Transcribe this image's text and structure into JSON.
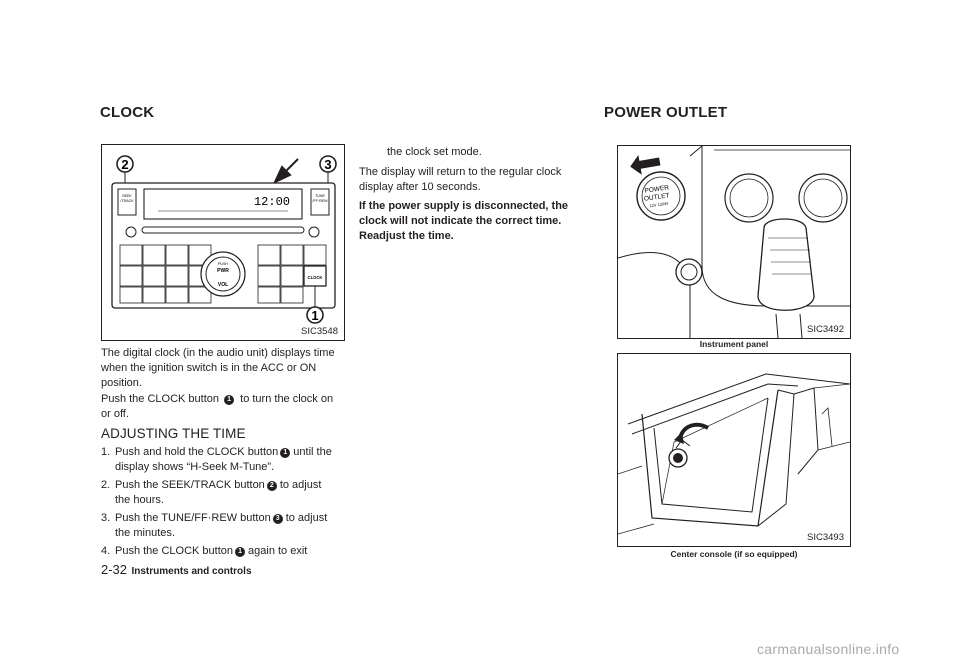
{
  "left_heading": "CLOCK",
  "right_heading": "POWER OUTLET",
  "fig1": {
    "code": "SIC3548",
    "callout1": "1",
    "callout2": "2",
    "callout3": "3",
    "display": "12:00",
    "seek_line1": "SEEK",
    "seek_line2": "/TRACK",
    "tune_line1": "TUNE",
    "tune_line2": "/FF·REW",
    "knob_push": "PUSH",
    "knob_pwr": "PWR",
    "knob_vol": "VOL",
    "clock_label": "CLOCK"
  },
  "fig2": {
    "code": "SIC3492",
    "caption": "Instrument panel",
    "outlet_line1": "POWER",
    "outlet_line2": "OUTLET",
    "outlet_line3": "12V 120W"
  },
  "fig3": {
    "code": "SIC3493",
    "caption": "Center console (if so equipped)"
  },
  "intro": "The digital clock (in the audio unit) displays time when the ignition switch is in the ACC or ON position.",
  "push_before": "Push the CLOCK button",
  "push_num": "1",
  "push_after": "to turn the clock on or off.",
  "adjust_heading": "ADJUSTING THE TIME",
  "steps": [
    {
      "n": "1.",
      "before": "Push and hold the CLOCK button",
      "c": "1",
      "after": "until the display shows “H-Seek M-Tune”."
    },
    {
      "n": "2.",
      "before": "Push the SEEK/TRACK button",
      "c": "2",
      "after": "to adjust the hours."
    },
    {
      "n": "3.",
      "before": "Push the TUNE/FF·REW button",
      "c": "3",
      "after": "to adjust the minutes."
    },
    {
      "n": "4.",
      "before": "Push the CLOCK button",
      "c": "1",
      "after": "again to exit"
    }
  ],
  "cont": "the clock set mode.",
  "return_text": "The display will return to the regular clock display after 10 seconds.",
  "warning": "If the power supply is disconnected, the clock will not indicate the correct time. Readjust the time.",
  "footer_page": "2-32",
  "footer_section": "Instruments and controls",
  "watermark": "carmanualsonline.info"
}
